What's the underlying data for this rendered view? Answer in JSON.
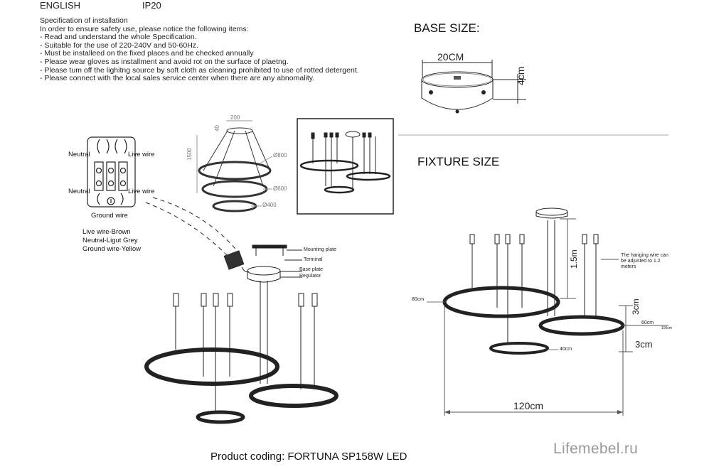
{
  "header": {
    "language": "ENGLISH",
    "ip_rating": "IP20"
  },
  "specification": {
    "title": "Specification of installation",
    "intro": "In order to ensure safety use, please notice the following items:",
    "items": [
      "- Read and understand the whole Specification.",
      "- Suitable for the use of 220-240V and 50-60Hz.",
      "- Must be installeed on the fixed places and be checked annually",
      "- Please wear gloves as installment and avoid rot on the surface of plaetng.",
      "- Please tum off the lighitng source by soft cloth as cleaning prohibited to use of rotted detergent.",
      "- Please connect with the local sales service center when there are any abnomality."
    ]
  },
  "base": {
    "title": "BASE SIZE:",
    "diameter": "20CM",
    "height": "4cm"
  },
  "wiring": {
    "neutral": "Neutral",
    "live": "Live wire",
    "ground": "Ground wire",
    "legend": [
      "Live wire-Brown",
      "Neutral-Ligut Grey",
      "Ground wire-Yellow"
    ]
  },
  "mini_dims": {
    "top": "200",
    "side_small": "40",
    "height": "1500",
    "d1": "Ø800",
    "d2": "Ø600",
    "d3": "Ø400"
  },
  "assembly": {
    "mounting_plate": "Mounting plate",
    "terminal": "Terminal",
    "base_plate": "Base plate",
    "regulator": "Regulator"
  },
  "fixture": {
    "title": "FIXTURE SIZE",
    "wire_note": [
      "The hanging wire can",
      "be adjusted to 1.2",
      "meters"
    ],
    "height": "1.5m",
    "d80": "80cm",
    "d60": "60cm",
    "d100": "100cm",
    "d40": "40cm",
    "gap1": "3cm",
    "gap2": "3cm",
    "width": "120cm"
  },
  "footer": {
    "product_code": "Product coding: FORTUNA SP158W LED",
    "watermark": "Lifemebel.ru"
  }
}
